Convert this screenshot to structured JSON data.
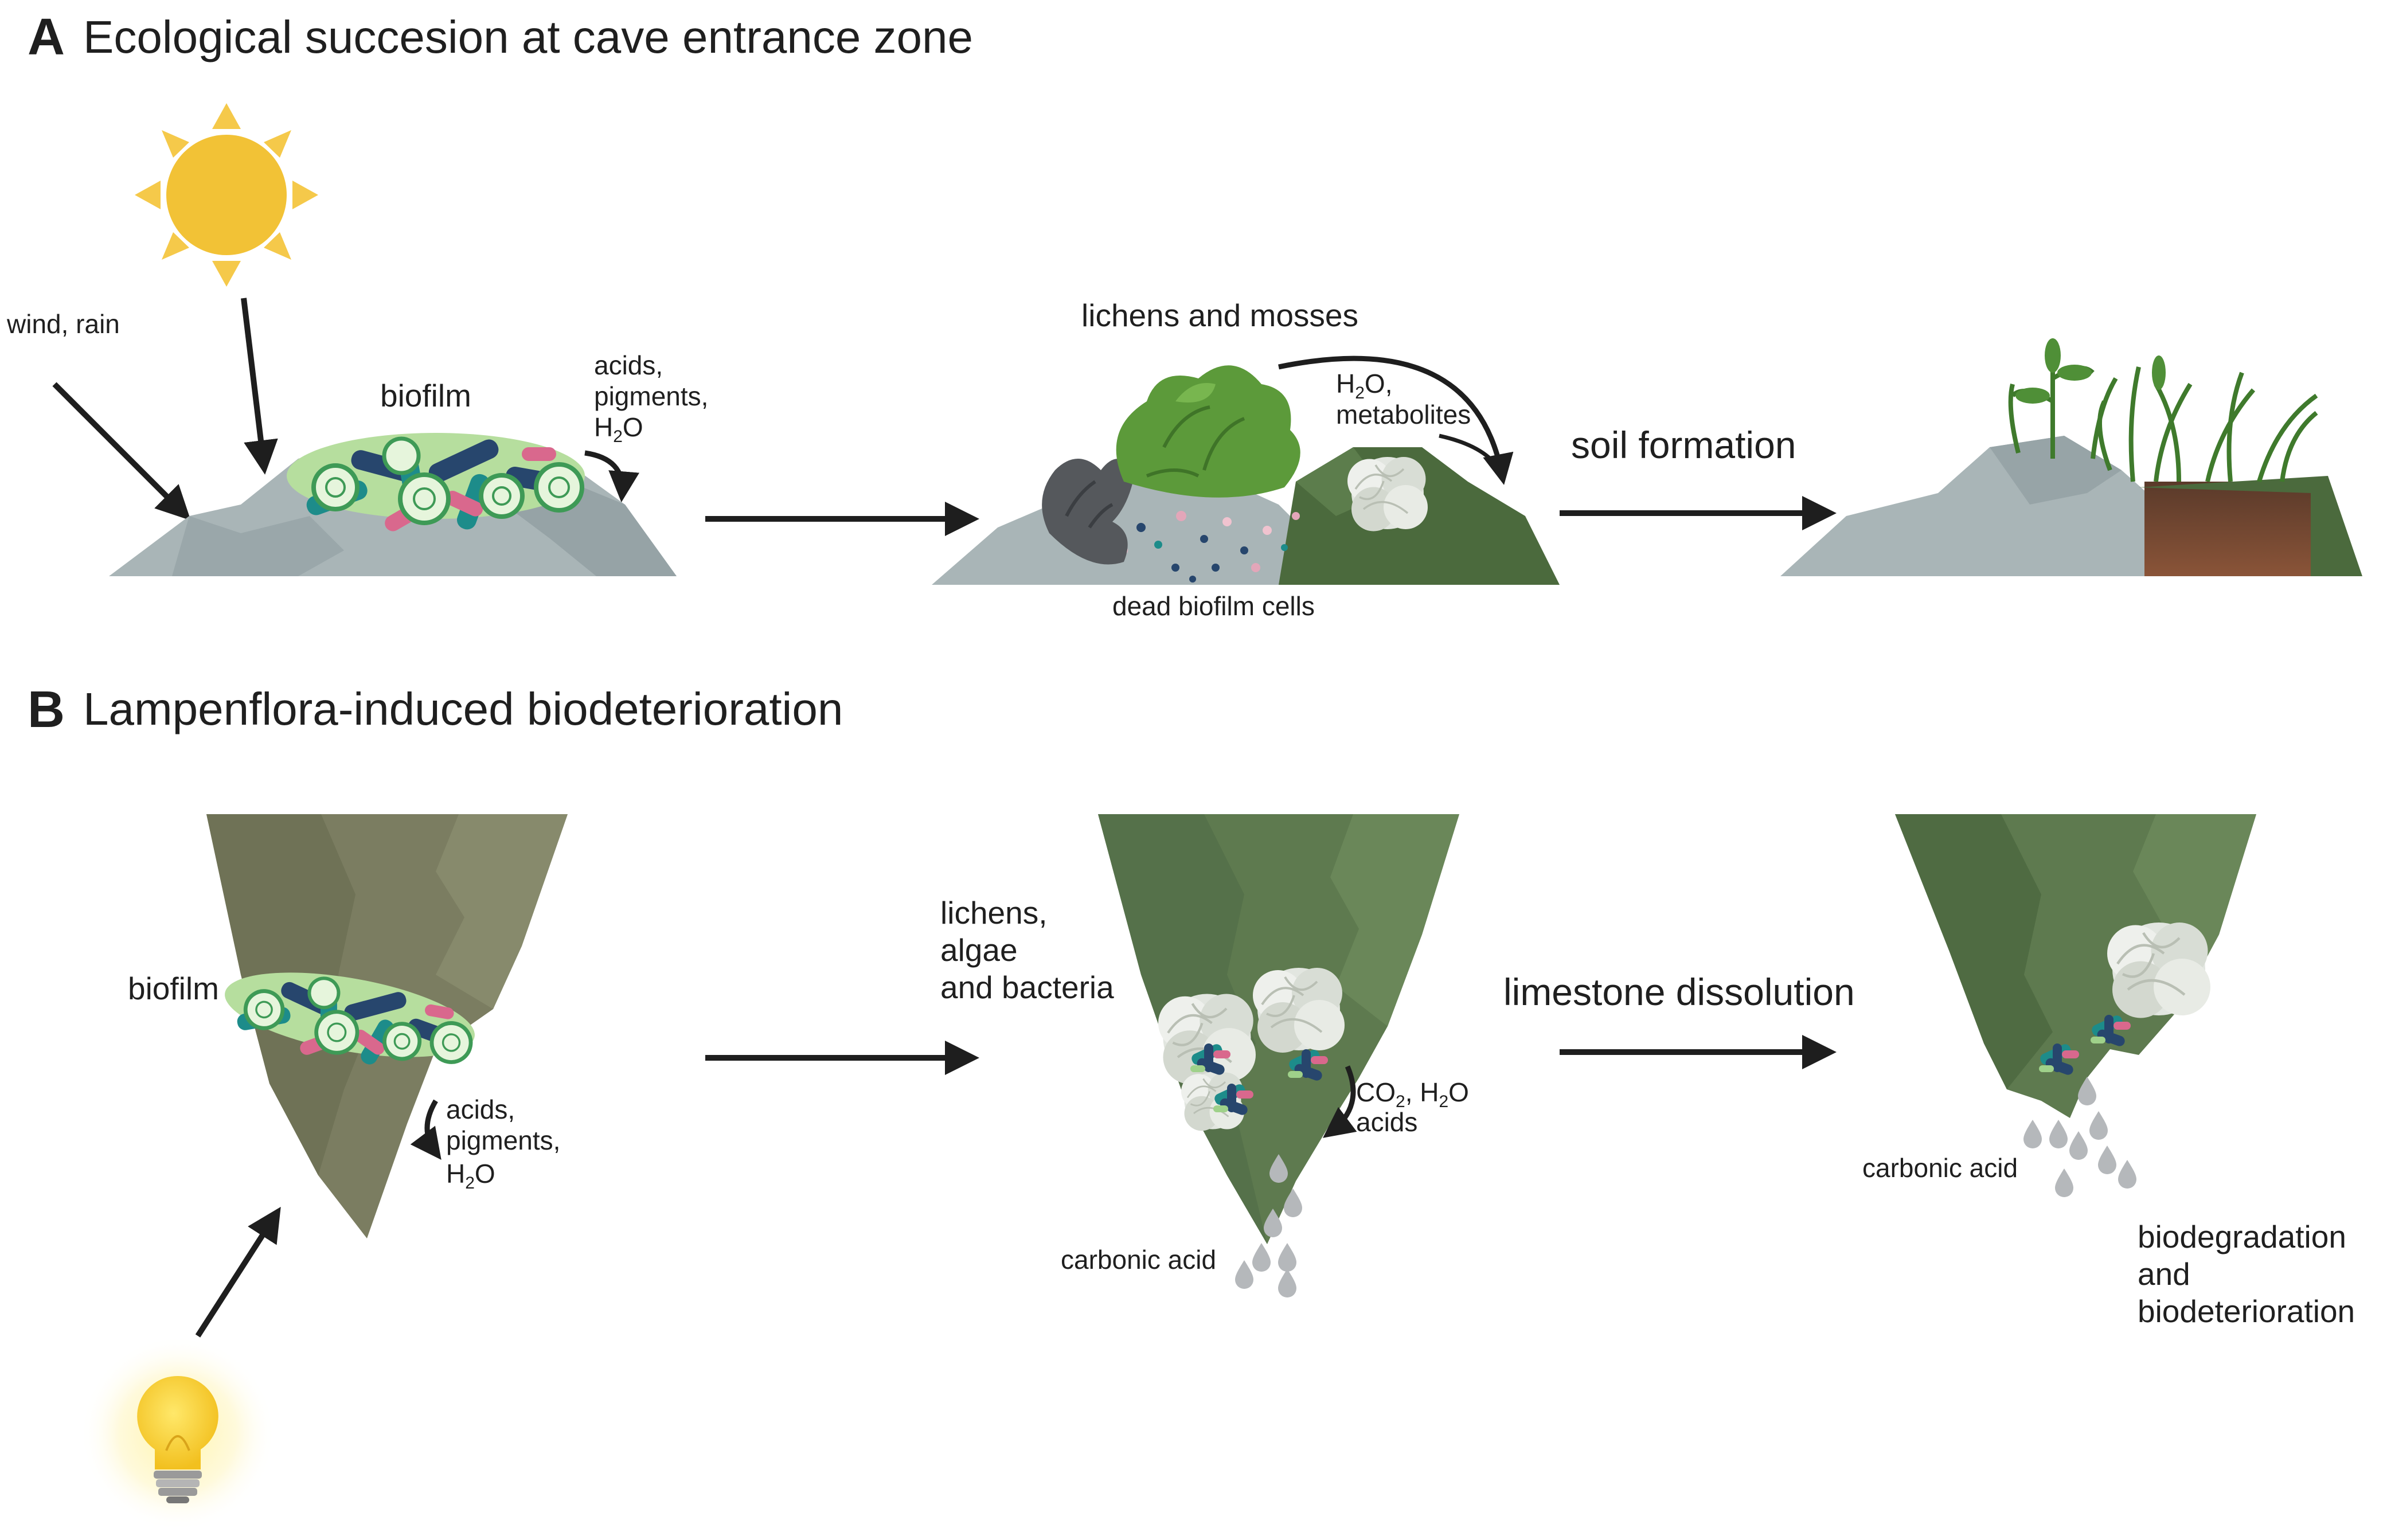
{
  "panel_a": {
    "letter": "A",
    "title": "Ecological succesion at cave entrance zone",
    "wind_rain": "wind, rain",
    "biofilm": "biofilm",
    "acids_pigments": "acids,\npigments,",
    "h2o_prefix": "H",
    "h2o_sub": "2",
    "h2o_suffix": "O",
    "lichens_mosses": "lichens and mosses",
    "h2o_metab_prefix": "H",
    "h2o_metab_sub": "2",
    "h2o_metab_suffix": "O,",
    "metabolites": "metabolites",
    "dead_cells": "dead biofilm cells",
    "soil_formation": "soil formation"
  },
  "panel_b": {
    "letter": "B",
    "title": "Lampenflora-induced biodeterioration",
    "biofilm": "biofilm",
    "acids_pigments": "acids,\npigments,",
    "h2o_prefix": "H",
    "h2o_sub": "2",
    "h2o_suffix": "O",
    "lichens_algae": "lichens,\nalgae\nand bacteria",
    "co2_prefix": "CO",
    "co2_sub": "2",
    "co2_mid": ", H",
    "co2_h2o_sub": "2",
    "co2_suffix": "O",
    "acids": "acids",
    "carbonic_acid_1": "carbonic acid",
    "limestone_dissolution": "limestone dissolution",
    "carbonic_acid_2": "carbonic acid",
    "biodegradation": "biodegradation\nand\nbiodeterioration"
  },
  "colors": {
    "rock_grey": "#a9b5b7",
    "rock_grey_dark": "#8f9c9f",
    "moss_dark": "#4b6a3d",
    "cave_olive": "#7b7d61",
    "cave_green": "#5e7a4f",
    "sun": "#f2c236",
    "soil": "#7a4a32",
    "arrow": "#1e1e1e",
    "biofilm_teal": "#1d8c8a",
    "biofilm_navy": "#27466d",
    "biofilm_pink": "#d9688d",
    "biofilm_green": "#9fd18a"
  },
  "icons": [
    "sun-icon",
    "light-bulb-icon",
    "biofilm-icon",
    "lichen-icon",
    "moss-icon",
    "plant-icon",
    "water-drop-icon",
    "rock-icon",
    "cave-wall-icon"
  ]
}
